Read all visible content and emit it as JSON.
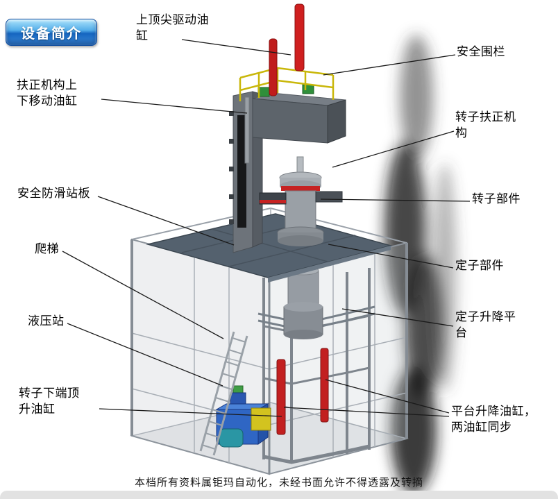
{
  "page": {
    "badge": "设备简介",
    "footer": "本档所有资料属钜玛自动化，未经书面允许不得透露及转摘"
  },
  "labels": {
    "top_drive_cylinder": "上顶尖驱动油缸",
    "safety_fence": "安全围栏",
    "centering_lift_cylinder": "扶正机构上下移动油缸",
    "rotor_centering_mech": "转子扶正机构",
    "antislip_plate": "安全防滑站板",
    "rotor_part": "转子部件",
    "ladder": "爬梯",
    "stator_part": "定子部件",
    "hydraulic_station": "液压站",
    "stator_lift_platform": "定子升降平台",
    "rotor_jack_cylinder": "转子下端顶升油缸",
    "platform_lift_cylinders": "平台升降油缸，两油缸同步"
  },
  "colors": {
    "badge_blue": "#1565c0",
    "cylinder_red": "#c42020",
    "railing_yellow": "#c9b70a",
    "hydraulic_blue": "#2f66c4",
    "platform_gray": "#54616e",
    "enclosure_gray": "#9aa1a9"
  }
}
